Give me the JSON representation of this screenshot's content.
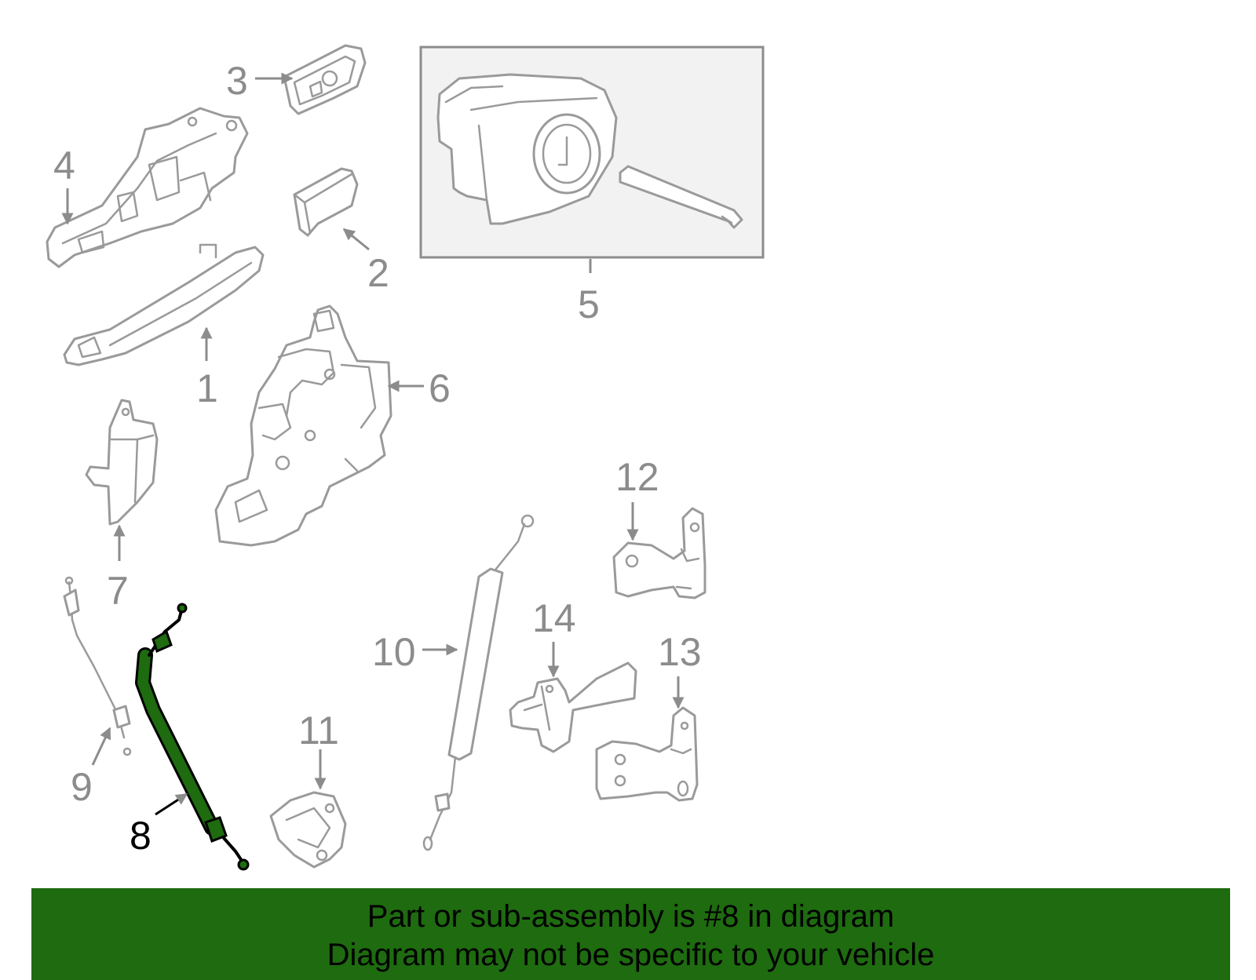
{
  "callouts": {
    "c1": "1",
    "c2": "2",
    "c3": "3",
    "c4": "4",
    "c5": "5",
    "c6": "6",
    "c7": "7",
    "c8": "8",
    "c9": "9",
    "c10": "10",
    "c11": "11",
    "c12": "12",
    "c13": "13",
    "c14": "14"
  },
  "highlighted_part": "8",
  "colors": {
    "highlight": "#1e6b10",
    "banner": "#1e6b10",
    "part_outline": "#9a9a9a"
  },
  "banner": {
    "line1": "Part or sub-assembly is #8 in diagram",
    "line2": "Diagram may not be specific to your vehicle"
  }
}
